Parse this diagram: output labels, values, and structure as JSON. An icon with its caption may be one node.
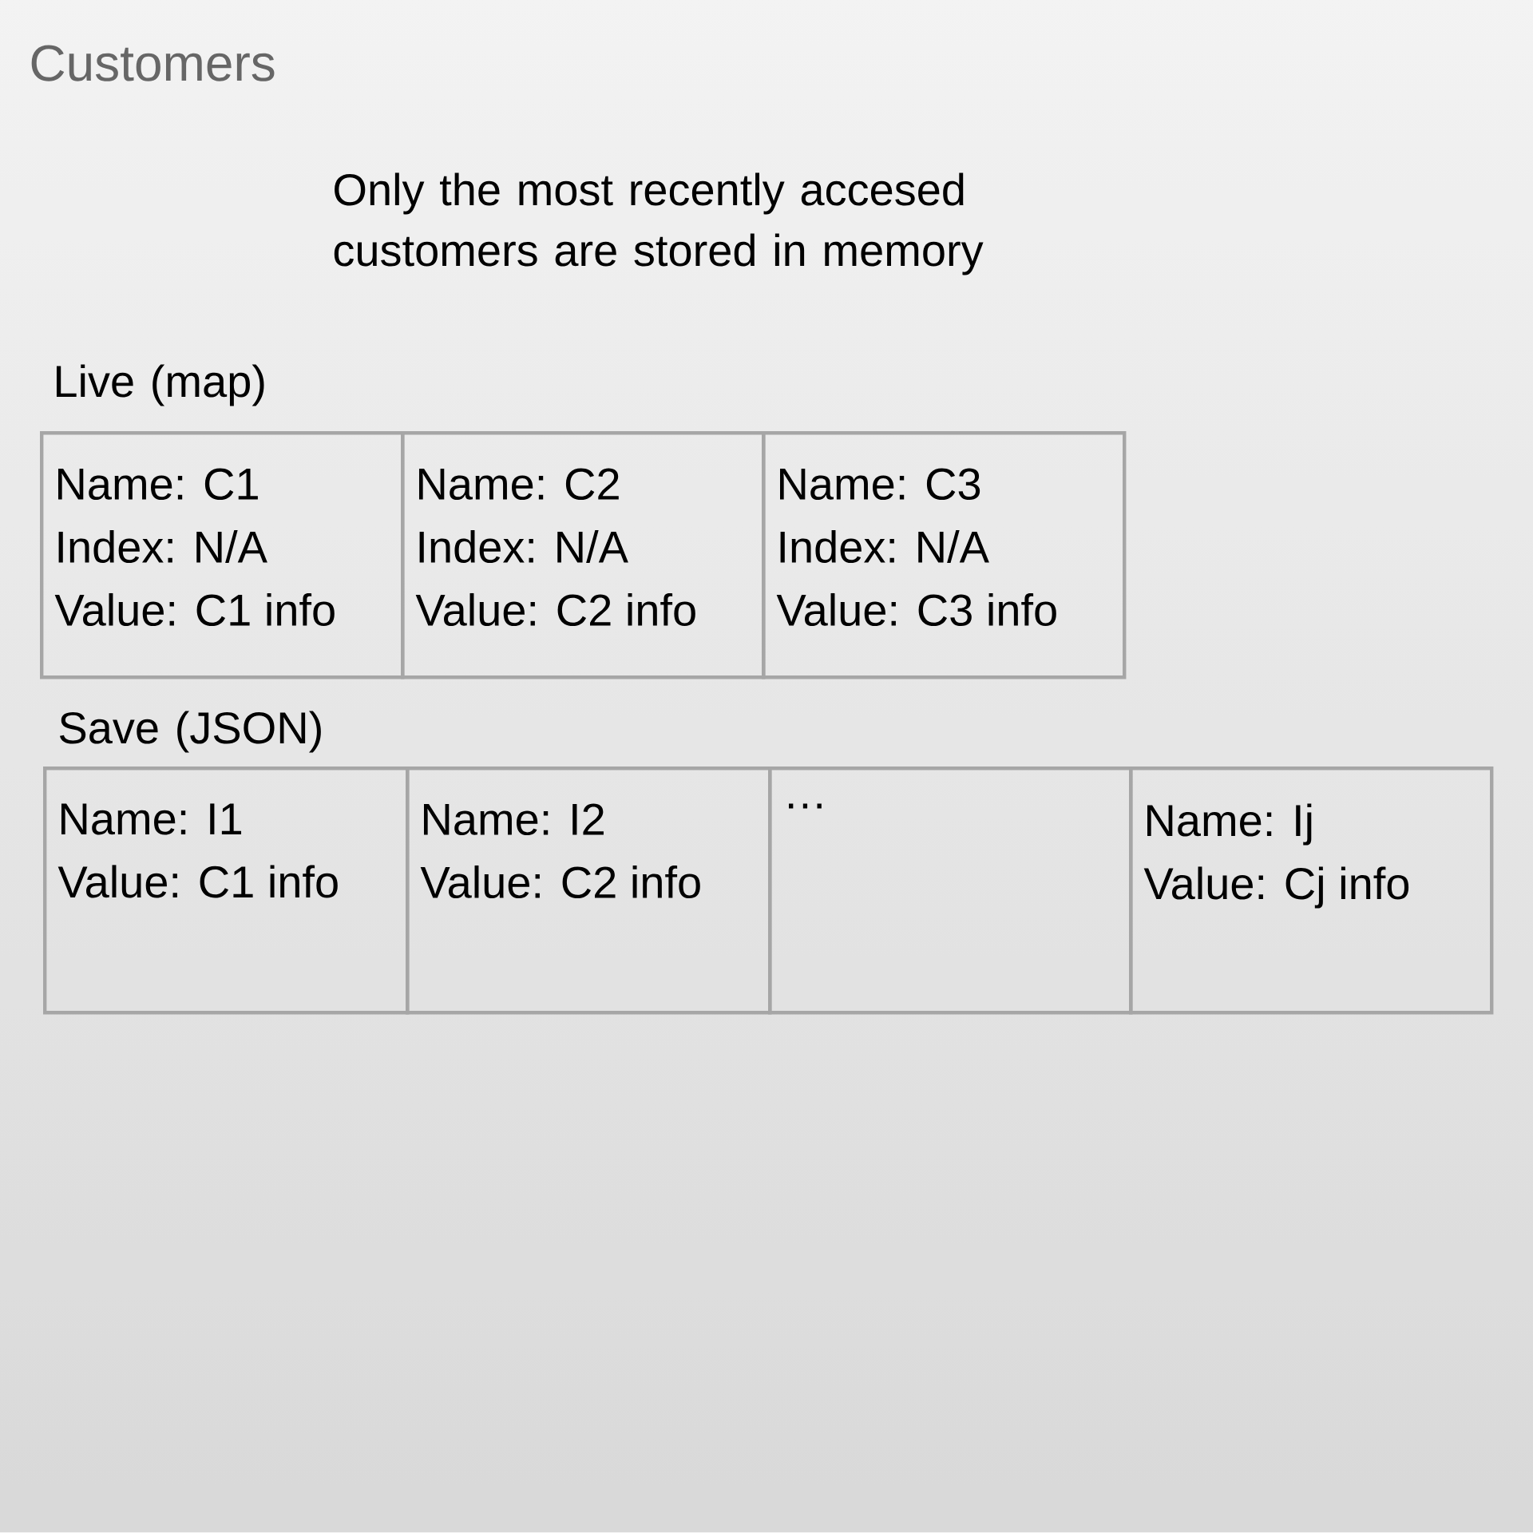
{
  "diagram": {
    "title": "Customers",
    "nodes": [
      {
        "text": [
          "Name: C1",
          "Index: N/A",
          "Value: C1 info"
        ]
      },
      {
        "text": [
          "Name: C2",
          "Index: N/A",
          "Value: C2 info"
        ]
      },
      {
        "text": [
          "Name: C3",
          "Index: N/A",
          "Value: C3 info"
        ]
      },
      {
        "text": [
          "Name: I1",
          "Value: C1 info"
        ]
      },
      {
        "text": [
          "Name: I2",
          "Value: C2 info"
        ]
      },
      {
        "text": [
          "…"
        ]
      },
      {
        "text": [
          "Name: Ij",
          "Value: Cj info"
        ]
      }
    ],
    "labels": [
      "Only the most recently accesed customers are stored in memory",
      "Live (map)",
      "Save (JSON)"
    ]
  }
}
